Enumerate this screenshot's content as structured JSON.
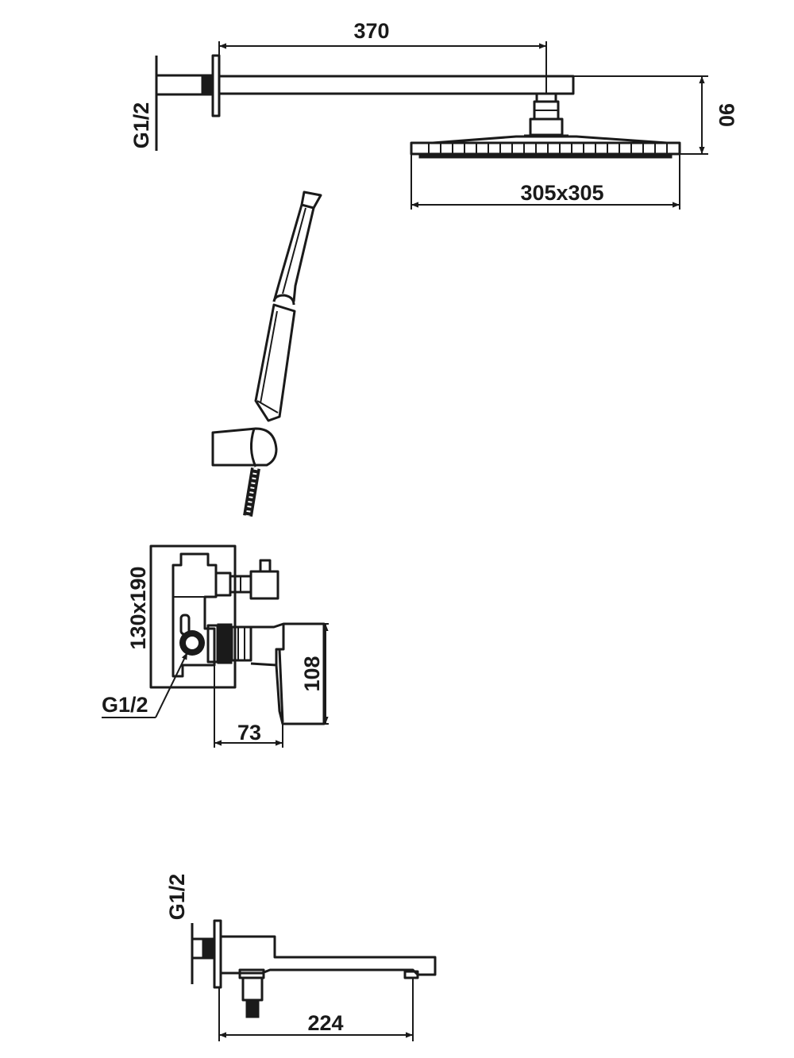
{
  "rain_shower": {
    "arm_length_label": "370",
    "height_label": "90",
    "head_size_label": "305x305",
    "inlet_label": "G1/2"
  },
  "mixer": {
    "box_size_label": "130x190",
    "inlet_label": "G1/2",
    "height_label": "108",
    "depth_label": "73"
  },
  "spout": {
    "inlet_label": "G1/2",
    "length_label": "224"
  }
}
